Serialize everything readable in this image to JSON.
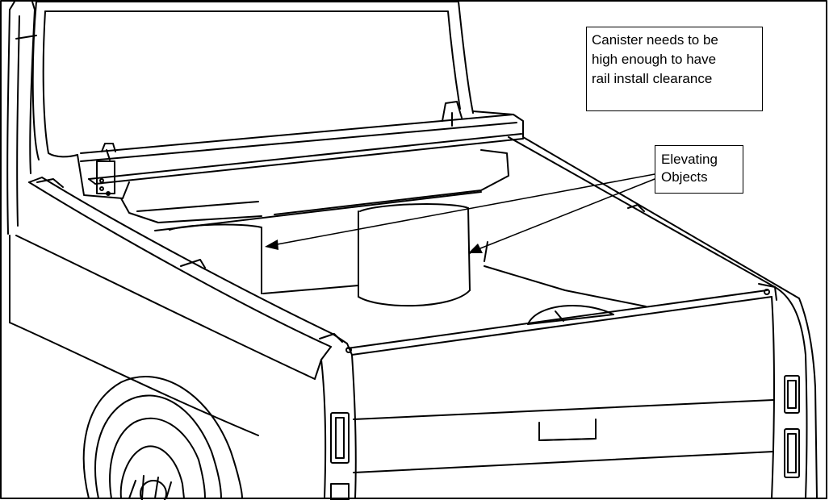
{
  "callouts": {
    "canister": {
      "lines": [
        "Canister needs to be",
        "high enough to have",
        "rail install clearance"
      ]
    },
    "elevating": {
      "lines": [
        "Elevating",
        "Objects"
      ]
    }
  },
  "colors": {
    "line": "#000000",
    "fill": "#ffffff"
  }
}
